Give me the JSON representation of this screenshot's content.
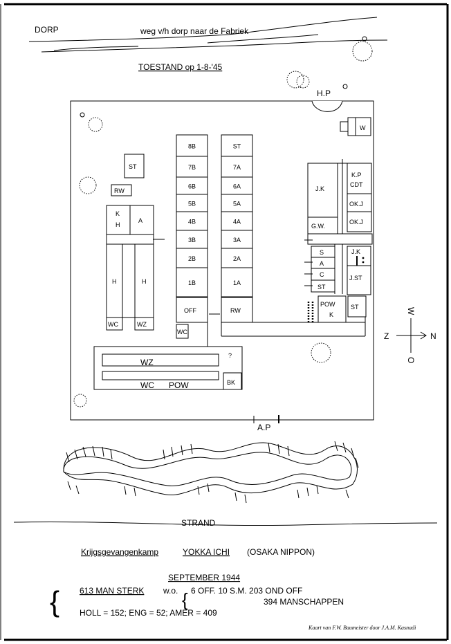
{
  "top": {
    "village": "DORP",
    "road": "weg v/h dorp naar de Fabriek",
    "status": "TOESTAND op 1-8-'45"
  },
  "gates": {
    "main_gate": "H.P",
    "rear_gate": "A.P"
  },
  "compass": {
    "north": "N",
    "south": "Z",
    "west": "W",
    "east": "O"
  },
  "buildings": {
    "west": {
      "st": "ST",
      "rw": "RW",
      "k": "K",
      "h_small": "H",
      "a": "A",
      "h_left": "H",
      "h_right": "H",
      "wc": "WC",
      "wz": "WZ"
    },
    "barrack_b": [
      "8B",
      "7B",
      "6B",
      "5B",
      "4B",
      "3B",
      "2B",
      "1B"
    ],
    "barrack_b_end": "OFF",
    "barrack_a": [
      "ST",
      "7A",
      "6A",
      "5A",
      "4A",
      "3A",
      "2A",
      "1A"
    ],
    "barrack_a_end": "RW",
    "wc_small": "WC",
    "south": {
      "unknown": "?",
      "wz": "WZ",
      "wc": "WC",
      "pow": "POW",
      "bk": "BK"
    },
    "east": {
      "w": "W",
      "jk": "J.K",
      "kp": "K.P",
      "cdt": "CDT",
      "okj_1": "OK.J",
      "okj_2": "OK.J",
      "gw": "G.W.",
      "s": "S",
      "a": "A",
      "c": "C",
      "st": "ST",
      "jk_small": "J.K",
      "jst": "J.ST",
      "pow": "POW",
      "k": "K",
      "st2": "ST"
    }
  },
  "beach": "STRAND",
  "camp": {
    "prefix": "Krijgsgevangenkamp",
    "name": "YOKKA ICHI",
    "suffix": "(OSAKA NIPPON)"
  },
  "stats": {
    "date": "SEPTEMBER 1944",
    "strength": "613 MAN STERK",
    "wo": "w.o.",
    "breakdown_1": "6 OFF. 10 S.M. 203 OND OFF",
    "breakdown_2": "394 MANSCHAPPEN",
    "nationalities": "HOLL = 152; ENG = 52; AMER = 409"
  },
  "credit": "Kaart van F.W. Baumeister door J.A.M. Kasnadi"
}
